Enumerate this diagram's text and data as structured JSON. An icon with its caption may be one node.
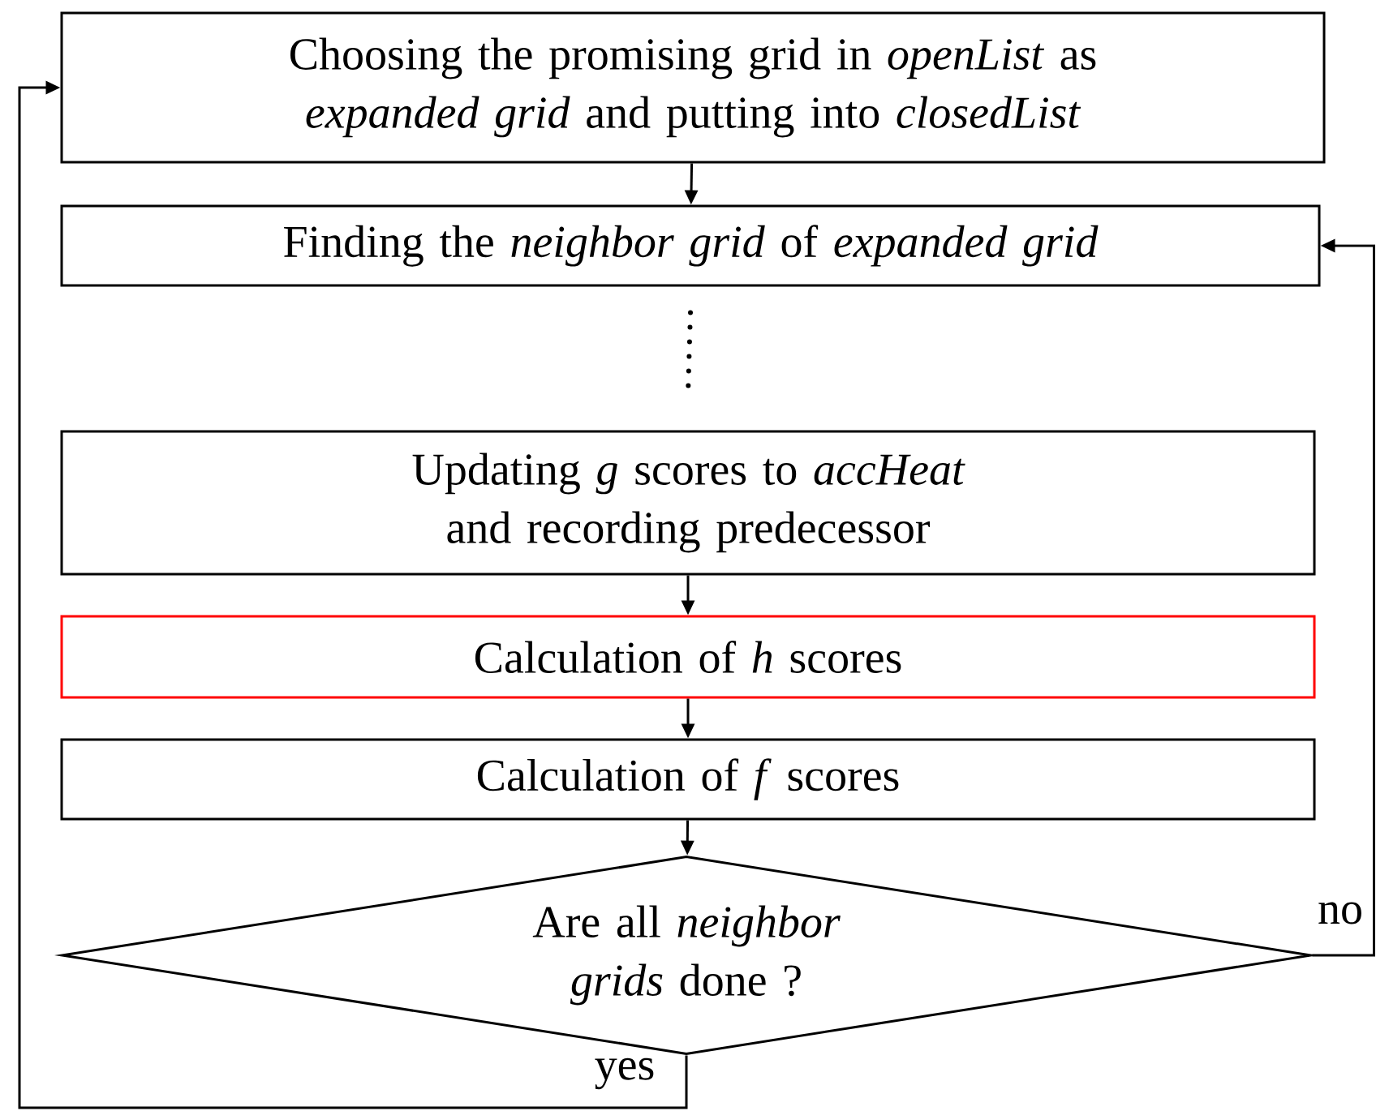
{
  "diagram": {
    "nodes": [
      {
        "text": [
          "Choosing the promising grid in *openList* as *expanded grid* and putting into *closedList*"
        ]
      },
      {
        "text": [
          "Finding the *neighbor grid* of *expanded grid*"
        ]
      },
      {
        "text": [
          "Updating *g* scores to *accHeat* and recording predecessor"
        ]
      },
      {
        "text": [
          "Calculation of *h* scores"
        ]
      },
      {
        "text": [
          "Calculation of *f* scores"
        ]
      },
      {
        "text": [
          "Are all *neighbor grids* done ?"
        ]
      }
    ],
    "edges": [
      {
        "from": 0,
        "to": 1,
        "arrow": "to"
      },
      {
        "from": 1,
        "to": 2,
        "arrow": "none",
        "style": "dashed"
      },
      {
        "from": 2,
        "to": 3,
        "arrow": "to"
      },
      {
        "from": 3,
        "to": 4,
        "arrow": "to"
      },
      {
        "from": 4,
        "to": 5,
        "arrow": "to"
      },
      {
        "from": 5,
        "to": 0,
        "arrow": "to",
        "label": "yes"
      },
      {
        "from": 5,
        "to": 1,
        "arrow": "to",
        "label": "no"
      }
    ]
  }
}
